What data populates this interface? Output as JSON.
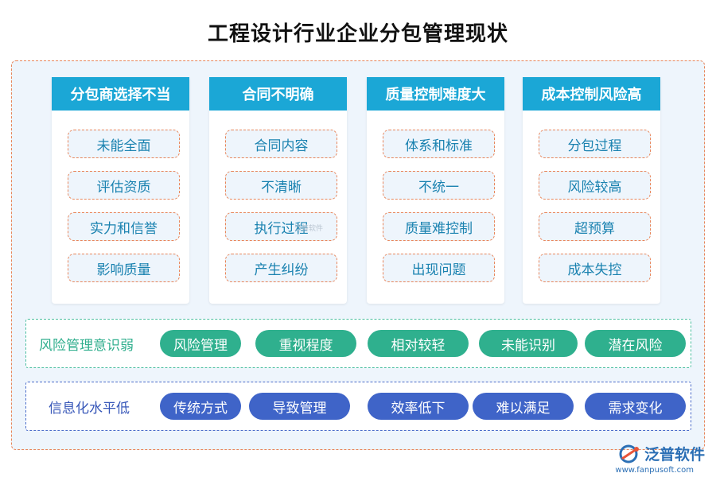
{
  "title": "工程设计行业企业分包管理现状",
  "columns": [
    {
      "header": "分包商选择不当",
      "items": [
        "未能全面",
        "评估资质",
        "实力和信誉",
        "影响质量"
      ]
    },
    {
      "header": "合同不明确",
      "items": [
        "合同内容",
        "不清晰",
        "执行过程",
        "产生纠纷"
      ]
    },
    {
      "header": "质量控制难度大",
      "items": [
        "体系和标准",
        "不统一",
        "质量难控制",
        "出现问题"
      ]
    },
    {
      "header": "成本控制风险高",
      "items": [
        "分包过程",
        "风险较高",
        "超预算",
        "成本失控"
      ]
    }
  ],
  "bands": [
    {
      "label": "风险管理意识弱",
      "tags": [
        "风险管理",
        "重视程度",
        "相对较轻",
        "未能识别",
        "潜在风险"
      ]
    },
    {
      "label": "信息化水平低",
      "tags": [
        "传统方式",
        "导致管理",
        "效率低下",
        "难以满足",
        "需求变化"
      ]
    }
  ],
  "logo": {
    "name": "泛普软件",
    "url": "www.fanpusoft.com"
  },
  "watermark": "泛普软件",
  "colors": {
    "header": "#1ba7d6",
    "risk": "#2fb08e",
    "info": "#3f64c8",
    "dash": "#e8855a"
  }
}
